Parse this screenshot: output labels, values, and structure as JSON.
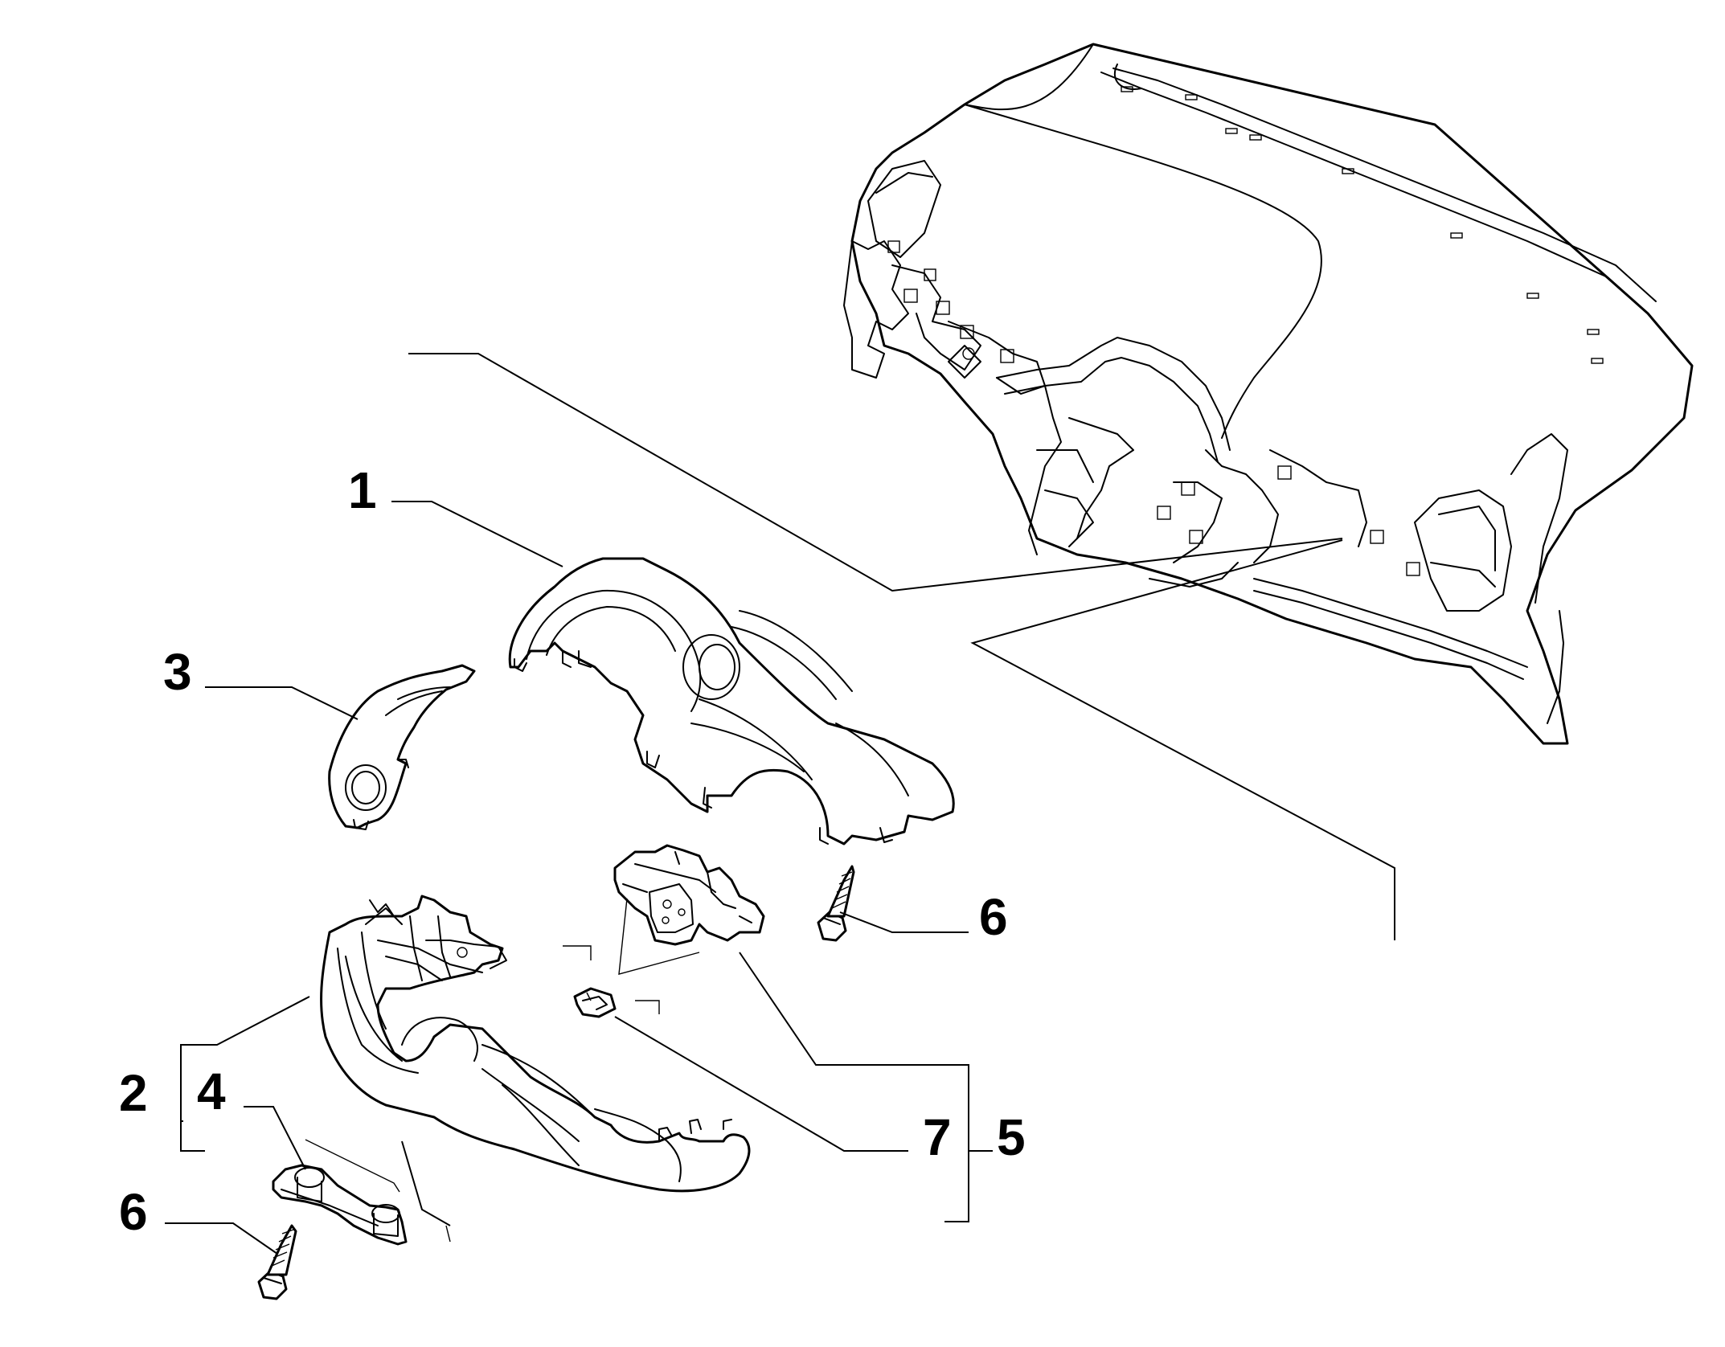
{
  "callouts": {
    "c1": "1",
    "c2": "2",
    "c3": "3",
    "c4": "4",
    "c5": "5",
    "c6_right": "6",
    "c6_left": "6",
    "c7": "7"
  },
  "parts": {
    "p1": "upper-steering-column-shroud",
    "p2": "lower-steering-column-shroud",
    "p3": "shroud-trim-ring",
    "p4": "shroud-clip-bracket",
    "p5": "column-mounting-bracket-assembly",
    "p6": "self-tapping-screw",
    "p7": "spring-nut-clip",
    "dashboard": "dashboard-frame-context"
  }
}
